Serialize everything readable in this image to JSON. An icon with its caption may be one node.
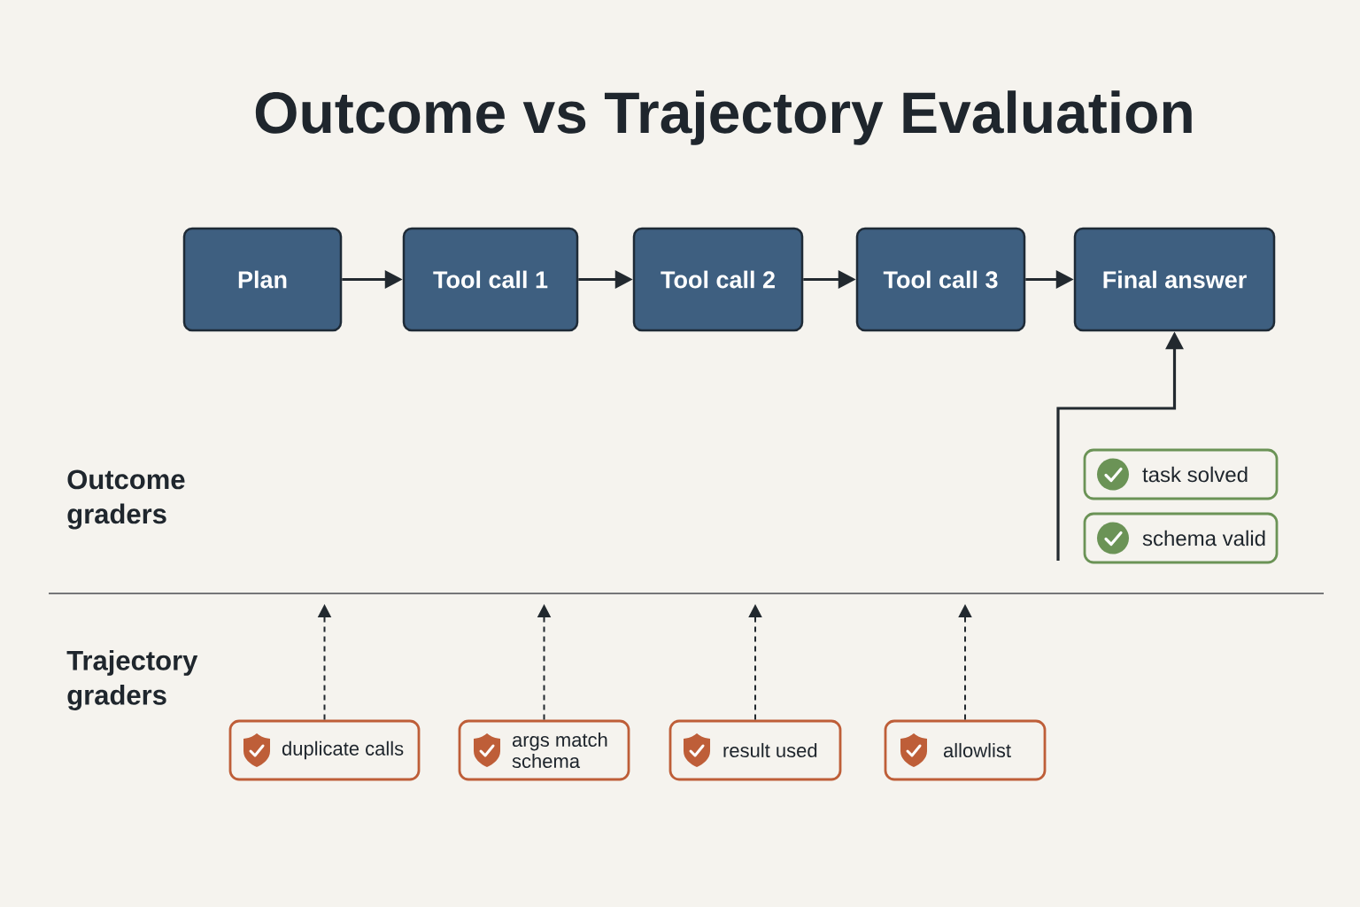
{
  "diagram": {
    "title": "Outcome vs Trajectory Evaluation",
    "nodes": [
      {
        "text": [
          "Plan"
        ]
      },
      {
        "text": [
          "Tool call 1"
        ]
      },
      {
        "text": [
          "Tool call 2"
        ]
      },
      {
        "text": [
          "Tool call 3"
        ]
      },
      {
        "text": [
          "Final answer"
        ]
      },
      {
        "text": [
          "task solved"
        ]
      },
      {
        "text": [
          "schema valid"
        ]
      },
      {
        "text": [
          "duplicate calls"
        ]
      },
      {
        "text": [
          "args match schema"
        ]
      },
      {
        "text": [
          "result used"
        ]
      },
      {
        "text": [
          "allowlist"
        ]
      }
    ],
    "edges": [
      {
        "from": 0,
        "to": 1,
        "arrow": "to"
      },
      {
        "from": 1,
        "to": 2,
        "arrow": "to"
      },
      {
        "from": 2,
        "to": 3,
        "arrow": "to"
      },
      {
        "from": 3,
        "to": 4,
        "arrow": "to"
      },
      {
        "from": null,
        "to": 4,
        "arrow": "to"
      },
      {
        "from": 7,
        "to": null,
        "arrow": "to",
        "style": "dashed"
      },
      {
        "from": 8,
        "to": null,
        "arrow": "to",
        "style": "dashed"
      },
      {
        "from": 9,
        "to": null,
        "arrow": "to",
        "style": "dashed"
      },
      {
        "from": 10,
        "to": null,
        "arrow": "to",
        "style": "dashed"
      }
    ],
    "labels": [
      "Outcome graders",
      "Trajectory graders"
    ]
  }
}
